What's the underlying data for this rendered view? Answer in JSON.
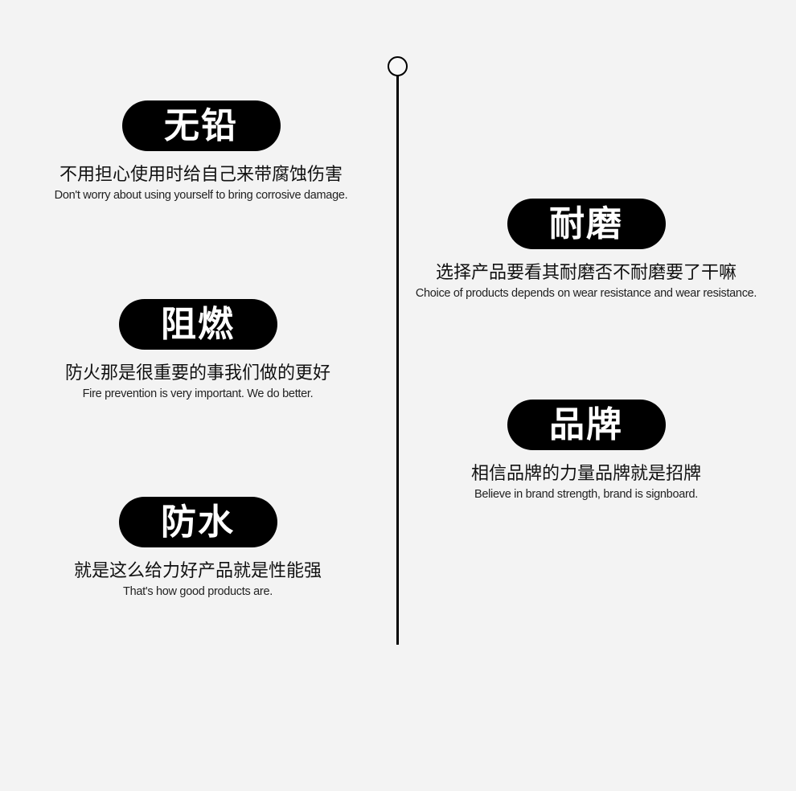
{
  "features": [
    {
      "title": "无铅",
      "cn": "不用担心使用时给自己来带腐蚀伤害",
      "en": "Don't worry about using yourself to bring corrosive damage."
    },
    {
      "title": "耐磨",
      "cn": "选择产品要看其耐磨否不耐磨要了干嘛",
      "en": "Choice of products depends on wear resistance and wear resistance."
    },
    {
      "title": "阻燃",
      "cn": "防火那是很重要的事我们做的更好",
      "en": "Fire prevention is very important. We do better."
    },
    {
      "title": "品牌",
      "cn": "相信品牌的力量品牌就是招牌",
      "en": "Believe in brand strength, brand is signboard."
    },
    {
      "title": "防水",
      "cn": "就是这么给力好产品就是性能强",
      "en": "That's how good products are."
    }
  ],
  "colors": {
    "background": "#f3f3f3",
    "pill": "#000000",
    "pill_text": "#ffffff",
    "line": "#000000"
  }
}
